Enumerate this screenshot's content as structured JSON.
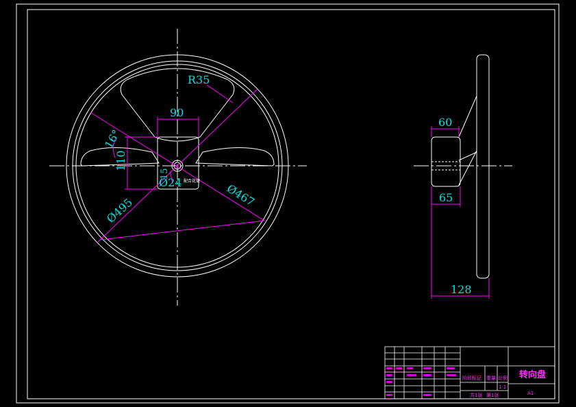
{
  "drawing": {
    "colors": {
      "background": "#000000",
      "outline": "#ffffff",
      "dimension_lines": "#ff00ff",
      "dimension_text": "#00e0e0",
      "title_block": "#ff30ff"
    },
    "front_view": {
      "dimensions": {
        "r35": "R35",
        "d90": "90",
        "ang16": "16°",
        "d110": "110",
        "d15": "15",
        "dia24": "Ø24",
        "dia467": "Ø467",
        "dia495": "Ø495"
      },
      "note": "配合花键"
    },
    "side_view": {
      "dimensions": {
        "d60": "60",
        "d65": "65",
        "d128": "128"
      }
    },
    "title_block": {
      "part_name": "转向盘",
      "sheet_size": "A1",
      "scale": "1:1",
      "labels": {
        "stage_mark": "阶段标记",
        "weight": "重量",
        "ratio": "比例",
        "sheets_total": "共1张",
        "sheet_no": "第1张"
      }
    }
  }
}
